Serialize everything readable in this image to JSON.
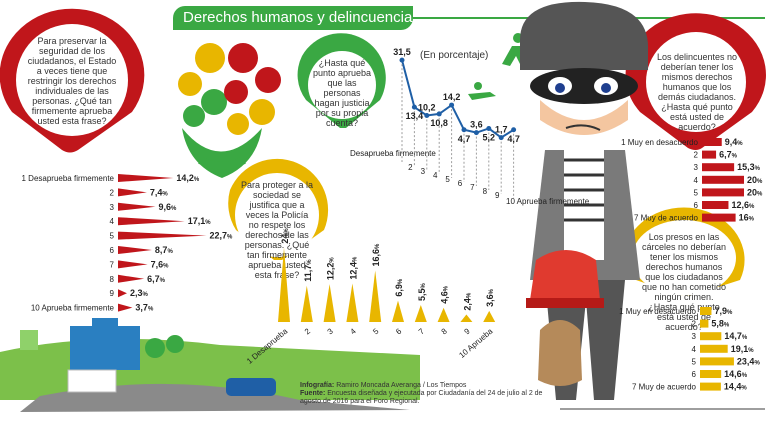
{
  "header": {
    "title": "Derechos humanos y delincuencia"
  },
  "bubbles": {
    "q1": "Para preservar la seguridad de los ciudadanos, el Estado a veces tiene que restringir los derechos individuales de las personas. ¿Qué tan firmemente aprueba usted esta frase?",
    "q2": "¿Hasta qué punto aprueba que las personas hagan justicia por su propia cuenta?",
    "q3": "Para proteger a la sociedad se justifica que a veces la Policía no respete los derechos de las personas. ¿Qué tan firmemente aprueba usted esta frase?",
    "q4": "Los delincuentes no deberían tener los mismos derechos humanos que los demás ciudadanos. ¿Hasta qué punto está usted de acuerdo?",
    "q5": "Los presos en las cárceles no deberían tener los mismos derechos humanos que los ciudadanos que no han cometido ningún crimen. ¿Hasta qué punto está usted de acuerdo?"
  },
  "unit_label": "(En porcentaje)",
  "source": {
    "infografia_label": "Infografía:",
    "infografia": "Ramiro Moncada Averanga / Los Tiempos",
    "fuente_label": "Fuente:",
    "fuente": "Encuesta diseñada y ejecutada por Ciudadanía del 24 de julio al 2 de agosto de 2016 para el Foro Regional."
  },
  "colors": {
    "green": "#3aa843",
    "red": "#c0161b",
    "yellow": "#e8b600",
    "gray": "#9e9e9e"
  },
  "chart_data": [
    {
      "id": "q1",
      "type": "bar",
      "categories": [
        "1 Desaprueba firmemente",
        "2",
        "3",
        "4",
        "5",
        "6",
        "7",
        "8",
        "9",
        "10 Aprueba firmemente"
      ],
      "values": [
        14.2,
        7.4,
        9.6,
        17.1,
        22.7,
        8.7,
        7.6,
        6.7,
        2.3,
        3.7
      ],
      "labels": [
        "14,2",
        "7,4",
        "9,6",
        "17,1",
        "22,7",
        "8,7",
        "7,6",
        "6,7",
        "2,3",
        "3,7"
      ],
      "unit": "%"
    },
    {
      "id": "q2",
      "type": "line",
      "x": [
        "Desaprueba firmemente",
        "2",
        "3",
        "4",
        "5",
        "6",
        "7",
        "8",
        "9",
        "10 Aprueba firmemente"
      ],
      "values": [
        31.5,
        13.4,
        10.2,
        10.8,
        14.2,
        4.7,
        3.6,
        5.2,
        1.7,
        4.7
      ],
      "labels": [
        "31,5",
        "13,4",
        "10,2",
        "10,8",
        "14,2",
        "4,7",
        "3,6",
        "5,2",
        "1,7",
        "4,7"
      ]
    },
    {
      "id": "q3",
      "type": "bar",
      "categories": [
        "1 Desaprueba",
        "2",
        "3",
        "4",
        "5",
        "6",
        "7",
        "8",
        "9",
        "10 Aprueba"
      ],
      "values": [
        24,
        11.7,
        12.2,
        12.4,
        16.6,
        6.9,
        5.5,
        4.6,
        2.4,
        3.6
      ],
      "labels": [
        "24",
        "11,7",
        "12,2",
        "12,4",
        "16,6",
        "6,9",
        "5,5",
        "4,6",
        "2,4",
        "3,6"
      ],
      "unit": "%"
    },
    {
      "id": "q4",
      "type": "bar",
      "categories": [
        "1 Muy en desacuerdo",
        "2",
        "3",
        "4",
        "5",
        "6",
        "7 Muy de acuerdo"
      ],
      "values": [
        9.4,
        6.7,
        15.3,
        20,
        20,
        12.6,
        16
      ],
      "labels": [
        "9,4",
        "6,7",
        "15,3",
        "20",
        "20",
        "12,6",
        "16"
      ],
      "unit": "%"
    },
    {
      "id": "q5",
      "type": "bar",
      "categories": [
        "1 Muy en desacuerdo",
        "2",
        "3",
        "4",
        "5",
        "6",
        "7 Muy de acuerdo"
      ],
      "values": [
        7.9,
        5.8,
        14.7,
        19.1,
        23.4,
        14.6,
        14.4
      ],
      "labels": [
        "7,9",
        "5,8",
        "14,7",
        "19,1",
        "23,4",
        "14,6",
        "14,4"
      ],
      "unit": "%"
    }
  ]
}
